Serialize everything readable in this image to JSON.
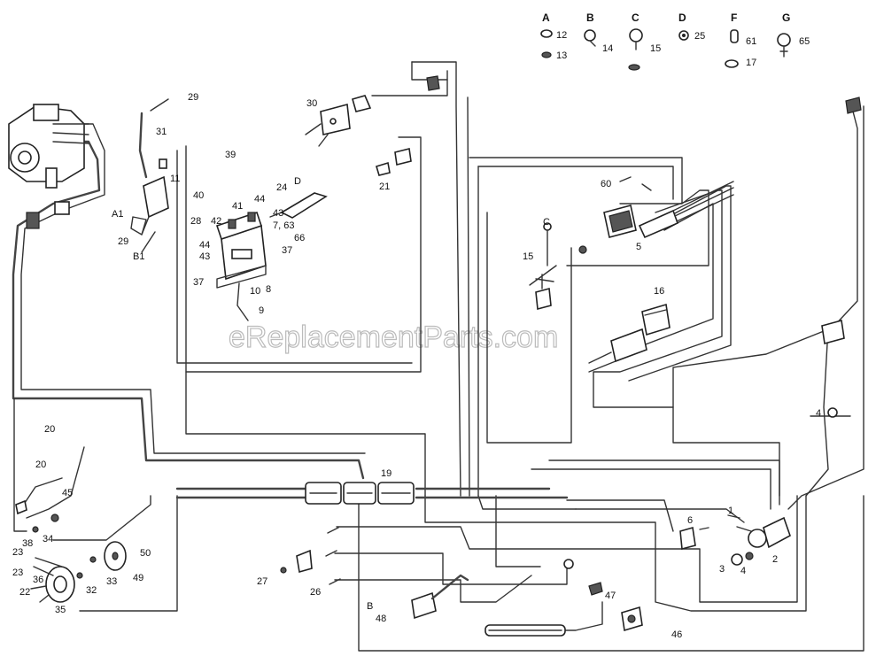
{
  "watermark": "eReplacementParts.com",
  "legend": [
    {
      "letter": "A",
      "nums": [
        "12",
        "13"
      ]
    },
    {
      "letter": "B",
      "nums": [
        "14"
      ]
    },
    {
      "letter": "C",
      "nums": [
        "15"
      ]
    },
    {
      "letter": "D",
      "nums": [
        "25"
      ]
    },
    {
      "letter": "F",
      "nums": [
        "61",
        "17"
      ]
    },
    {
      "letter": "G",
      "nums": [
        "65"
      ]
    }
  ],
  "callouts": {
    "c29a": "29",
    "c31": "31",
    "c11": "11",
    "cA1": "A1",
    "c29b": "29",
    "cB1": "B1",
    "c39": "39",
    "c40": "40",
    "c28": "28",
    "c42": "42",
    "c41": "41",
    "c44a": "44",
    "c44b": "44",
    "c43a": "43",
    "c43b": "43",
    "c24": "24",
    "cD": "D",
    "c763": "7, 63",
    "c66": "66",
    "c37a": "37",
    "c37b": "37",
    "c10": "10",
    "c8": "8",
    "c9": "9",
    "c30": "30",
    "c21": "21",
    "c60a": "60",
    "c5": "5",
    "cC": "C",
    "c15": "15",
    "c16": "16",
    "c20a": "20",
    "c20b": "20",
    "c45": "45",
    "c19": "19",
    "c38": "38",
    "c23a": "23",
    "c23b": "23",
    "c34": "34",
    "c36": "36",
    "c22": "22",
    "c35": "35",
    "c32": "32",
    "c33": "33",
    "c49": "49",
    "c50": "50",
    "c27": "27",
    "c26": "26",
    "cB2": "B",
    "c48": "48",
    "c47": "47",
    "c46": "46",
    "c6": "6",
    "c1": "1",
    "c2": "2",
    "c3": "3",
    "c4": "4",
    "c4b": "4"
  }
}
